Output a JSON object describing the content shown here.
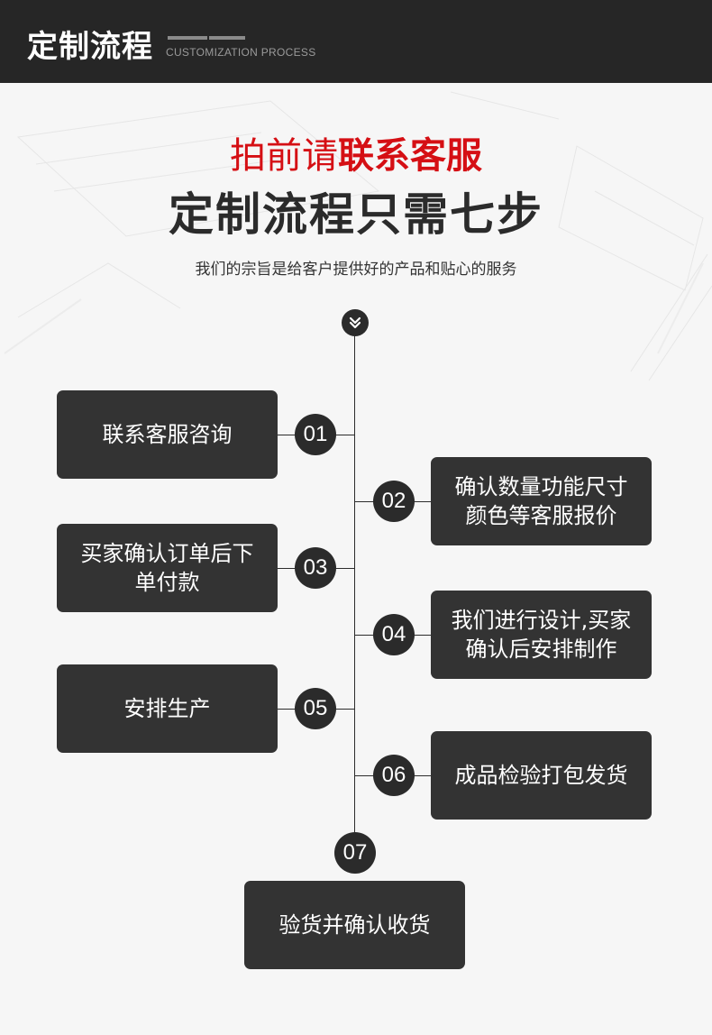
{
  "header": {
    "title": "定制流程",
    "subtitle": "CUSTOMIZATION PROCESS"
  },
  "intro": {
    "line1_prefix": "拍前请",
    "line1_highlight": "联系客服",
    "line2": "定制流程只需七步",
    "line3": "我们的宗旨是给客户提供好的产品和贴心的服务"
  },
  "steps": [
    {
      "number": "01",
      "text": "联系客服咨询"
    },
    {
      "number": "02",
      "text": "确认数量功能尺寸\n颜色等客服报价"
    },
    {
      "number": "03",
      "text": "买家确认订单后下\n单付款"
    },
    {
      "number": "04",
      "text": "我们进行设计,买家\n确认后安排制作"
    },
    {
      "number": "05",
      "text": "安排生产"
    },
    {
      "number": "06",
      "text": "成品检验打包发货"
    },
    {
      "number": "07",
      "text": "验货并确认收货"
    }
  ],
  "icons": {
    "top_badge": "double-chevron-down-icon"
  },
  "colors": {
    "accent": "#d50f14",
    "dark": "#333333",
    "header_bg": "#262626"
  }
}
